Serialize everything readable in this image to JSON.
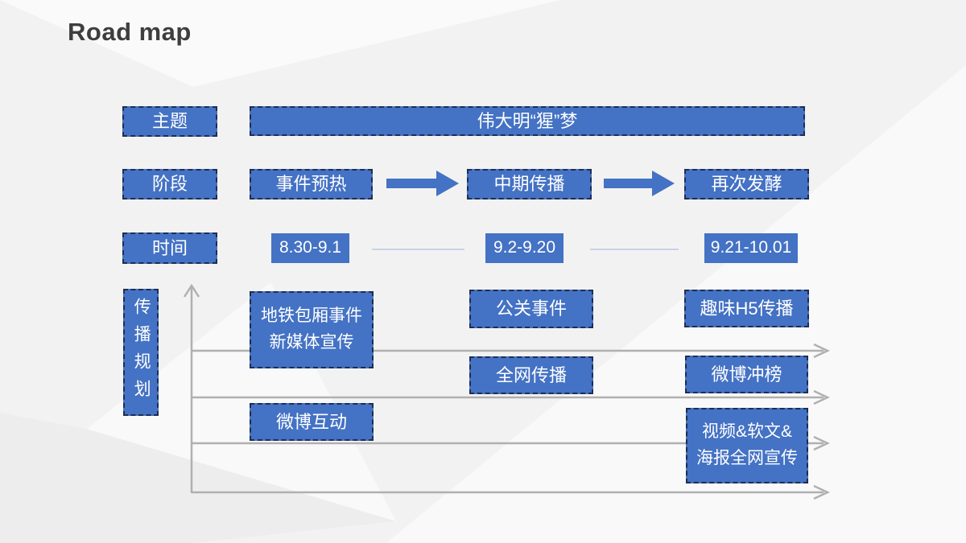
{
  "title": "Road map",
  "colors": {
    "box_fill": "#4472C4",
    "box_dash_border": "#1F2D4F",
    "stage_arrow_blue": "#4472C4",
    "axis_gray": "#B0B0B0",
    "time_connector_line": "#C7D2E8",
    "title_text": "#3E3E3E",
    "box_text": "#FFFFFF",
    "background": "#F2F2F2"
  },
  "theme_row": {
    "label": "主题",
    "value": "伟大明“猩”梦"
  },
  "phase_row": {
    "label": "阶段",
    "phases": [
      "事件预热",
      "中期传播",
      "再次发酵"
    ]
  },
  "time_row": {
    "label": "时间",
    "times": [
      "8.30-9.1",
      "9.2-9.20",
      "9.21-10.01"
    ]
  },
  "plan": {
    "label": "传播规划",
    "boxes": [
      {
        "lines": [
          "地铁包厢事件",
          "新媒体宣传"
        ]
      },
      {
        "lines": [
          "公关事件"
        ]
      },
      {
        "lines": [
          "趣味H5传播"
        ]
      },
      {
        "lines": [
          "全网传播"
        ]
      },
      {
        "lines": [
          "微博冲榜"
        ]
      },
      {
        "lines": [
          "微博互动"
        ]
      },
      {
        "lines": [
          "视频&软文&",
          "海报全网宣传"
        ]
      }
    ]
  }
}
